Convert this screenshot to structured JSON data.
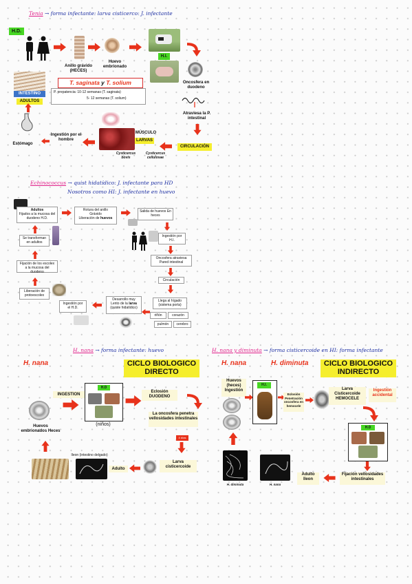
{
  "s1": {
    "heading": {
      "title": "Tenia",
      "note": "→ forma infectante: larva cisticerco: J. infectante"
    },
    "hd": "H.D.",
    "hi": "H.I.",
    "anillo": "Anillo grávido (HECES)",
    "huevo": "Huevo embrionado",
    "intestino": "INTESTINO",
    "adultos": "ADULTOS",
    "species_a": "T. saginata",
    "species_y": " y ",
    "species_b": "T. solium",
    "prep1": "P. prepatencia: 10-12 semanas (T. saginata)",
    "prep2": "5- 12 semanas (T. solium)",
    "oncosfera": "Oncosfera en duodeno",
    "atraviesa": "Atraviesa la P. intestinal",
    "circulacion": "CIRCULACIÓN",
    "musculo": "MÚSCULO",
    "larvas": "LARVAS",
    "bovis": "Cysticercus bovis",
    "cellulosae": "Cysticercus cellulosae",
    "ingestion": "Ingestión por el hombre",
    "estomago": "Estómago"
  },
  "s2": {
    "heading": {
      "title": "Echinococcus",
      "note": "→ quist hidatídico: J. infectante para HD",
      "note2": "Nosotros como HI: J. infectante en huevo"
    },
    "adultos_title": "Adultos",
    "adultos_text": "Fijados a la mucosa del duodeno H.D.",
    "rotura1": "Rotura del anillo",
    "rotura2": "Grávido",
    "rotura3_pre": "Liberación de ",
    "rotura3_b": "huevos",
    "salida": "Salida de huevos En heces",
    "ingestion_hi": "Ingestión por H.I.",
    "oncosfera": "Oncosfera atraviesa Pared intestinal",
    "circulacion": "Circulación",
    "llega": "Llega al hígado (sistema porta)",
    "rinon": "riñón",
    "corazon": "corazón",
    "pulmon": "pulmón",
    "cerebro": "cerebro",
    "desarrollo_pre": "Desarrollo muy Lento de la ",
    "desarrollo_b": "larva",
    "desarrollo_post": " (quiste hidatídico)",
    "ingestion_hd": "Ingestión por el H.D.",
    "liberacion": "Liberación de protoescolex",
    "fijacion": "Fijación de los escolex a la mucosa del duodeno",
    "transforman": "Se transforman en adultos"
  },
  "s3": {
    "heading": {
      "title": "H. nana",
      "note": "→ forma infectante: huevo"
    },
    "name": "H. nana",
    "ciclo": "CICLO BIOLOGICO DIRECTO",
    "ingestion": "INGESTION",
    "hd": "H.D",
    "eclosion": "Eclosión DUODENO",
    "ninos": "(niños)",
    "oncosfera": "La oncosfera penetra vellosidades intestinales",
    "huevos": "Huevos embrionados Heces",
    "ileon": "Ileon (intestino delgado)",
    "adulto": "Adulto",
    "larva": "Larva cisticercoide",
    "dias": "4 días"
  },
  "s4": {
    "heading": {
      "title": "H. nana y diminuta",
      "note": "→ forma cisticercoide en HI: forma infectante"
    },
    "name1": "H. nana",
    "name2": "H. diminuta",
    "ciclo": "CICLO BIOLOGICO INDIRECTO",
    "huevos": "Huevos (heces) Ingestión",
    "hi": "H.I.",
    "eclosion": "Eclosión Penetración oncosfera en hemocele",
    "larva": "Larva Cisticercoide HEMOCELE",
    "accidental": "Ingestión accidental",
    "hd": "H.D",
    "fijacion": "Fijación vellosidades intestinales",
    "adulto": "Adulto Ileon",
    "lbl_dim": "H. diminuta",
    "lbl_nana": "H. nana"
  },
  "colors": {
    "arrow": "#e8321b",
    "yellow": "#f5ee2d",
    "green": "#47d623",
    "pen_blue": "#1d2fa3",
    "pen_pink": "#e0208a"
  }
}
